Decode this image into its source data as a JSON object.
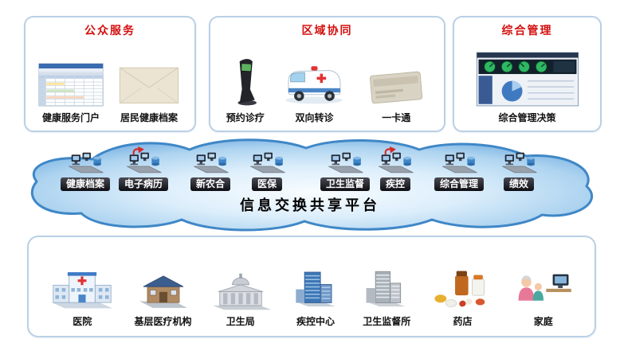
{
  "panels": [
    {
      "title": "公众服务",
      "items": [
        {
          "label": "健康服务门户",
          "icon": "spreadsheet-portal-icon"
        },
        {
          "label": "居民健康档案",
          "icon": "envelope-icon"
        }
      ]
    },
    {
      "title": "区域协同",
      "items": [
        {
          "label": "预约诊疗",
          "icon": "kiosk-icon"
        },
        {
          "label": "双向转诊",
          "icon": "ambulance-icon"
        },
        {
          "label": "一卡通",
          "icon": "smart-card-icon"
        }
      ]
    },
    {
      "title": "综合管理",
      "items": [
        {
          "label": "综合管理决策",
          "icon": "dashboard-icon"
        }
      ]
    }
  ],
  "platform": {
    "title": "信息交换共享平台",
    "nodes": [
      {
        "label": "健康档案"
      },
      {
        "label": "电子病历"
      },
      {
        "label": "新农合"
      },
      {
        "label": "医保"
      },
      {
        "label": "卫生监督"
      },
      {
        "label": "疾控"
      },
      {
        "label": "综合管理"
      },
      {
        "label": "绩效"
      }
    ]
  },
  "facilities": [
    {
      "label": "医院",
      "icon": "hospital-icon"
    },
    {
      "label": "基层医疗机构",
      "icon": "clinic-icon"
    },
    {
      "label": "卫生局",
      "icon": "government-building-icon"
    },
    {
      "label": "疾控中心",
      "icon": "cdc-building-icon"
    },
    {
      "label": "卫生监督所",
      "icon": "supervision-building-icon"
    },
    {
      "label": "药店",
      "icon": "pharmacy-icon"
    },
    {
      "label": "家庭",
      "icon": "family-icon"
    }
  ],
  "colors": {
    "panel_title_red": "#d40f0f",
    "panel_border_blue": "#b9d0e6",
    "cloud_stroke_blue": "#3f87c7",
    "cloud_fill_blue": "#aed4f0",
    "node_label_bg": "#14141c",
    "node_label_text": "#ffffff"
  }
}
